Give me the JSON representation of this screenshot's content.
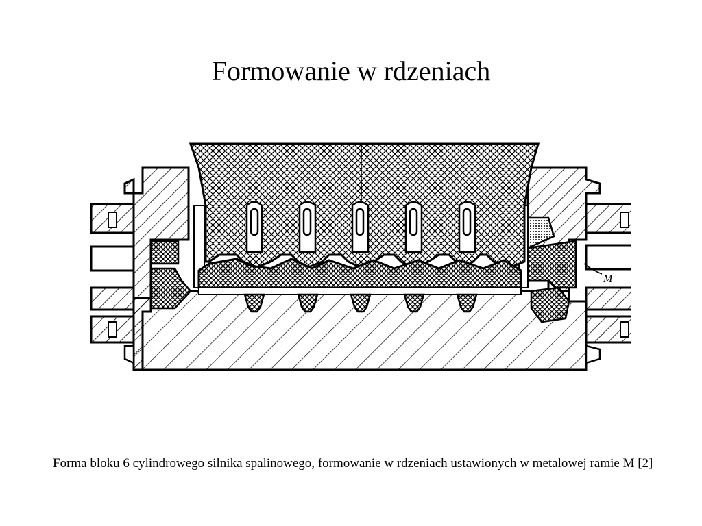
{
  "slide": {
    "title": "Formowanie w rdzeniach",
    "caption": "Forma bloku 6 cylindrowego silnika spalinowego, formowanie w rdzeniach ustawionych w metalowej ramie M [2]"
  },
  "figure": {
    "label_m": "M",
    "colors": {
      "ink": "#000000",
      "paper": "#ffffff"
    }
  }
}
